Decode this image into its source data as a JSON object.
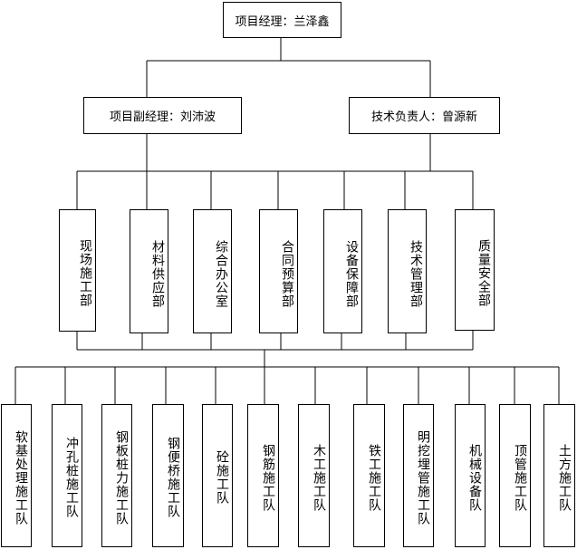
{
  "top": {
    "label": "项目经理：兰泽鑫"
  },
  "deputies": [
    {
      "label": "项目副经理：刘沛波"
    },
    {
      "label": "技术负责人：曾源新"
    }
  ],
  "departments": [
    {
      "label": "现场施工部"
    },
    {
      "label": "材料供应部"
    },
    {
      "label": "综合办公室"
    },
    {
      "label": "合同预算部"
    },
    {
      "label": "设备保障部"
    },
    {
      "label": "技术管理部"
    },
    {
      "label": "质量安全部"
    }
  ],
  "teams": [
    {
      "label": "软基处理施工队"
    },
    {
      "label": "冲孔桩施工队"
    },
    {
      "label": "钢板桩力施工队"
    },
    {
      "label": "钢便桥施工队"
    },
    {
      "label": "砼施工队"
    },
    {
      "label": "钢筋施工队"
    },
    {
      "label": "木工施工队"
    },
    {
      "label": "铁工施工队"
    },
    {
      "label": "明挖埋管施工队"
    },
    {
      "label": "机械设备队"
    },
    {
      "label": "顶管施工队"
    },
    {
      "label": "土方施工队"
    }
  ]
}
